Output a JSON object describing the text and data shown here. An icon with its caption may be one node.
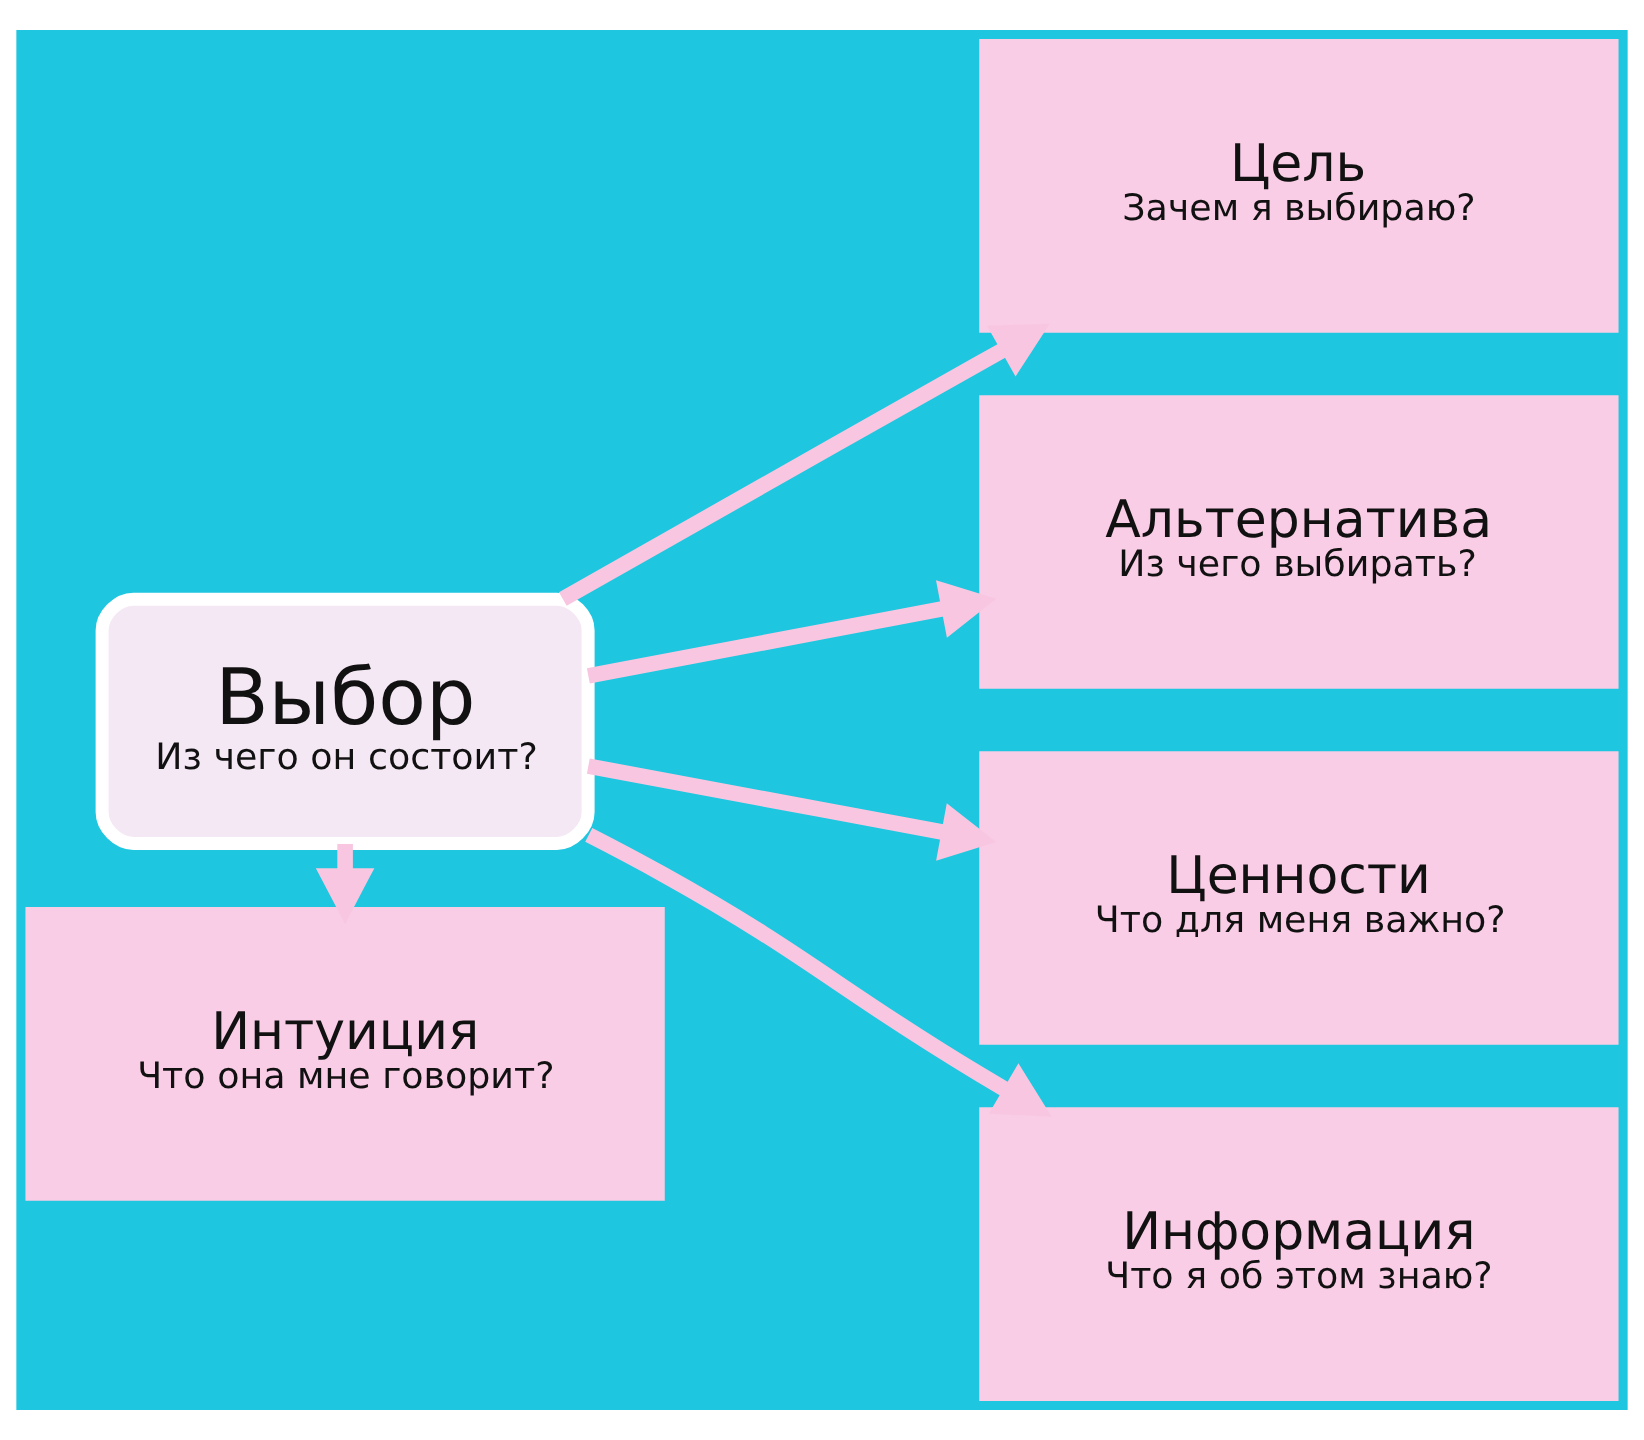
{
  "diagram": {
    "nodes": [
      {
        "text": [
          "Выбор",
          "Из чего он состоит?"
        ]
      },
      {
        "text": [
          "Цель",
          "Зачем я выбираю?"
        ]
      },
      {
        "text": [
          "Альтернатива",
          "Из чего выбирать?"
        ]
      },
      {
        "text": [
          "Ценности",
          "Что для меня важно?"
        ]
      },
      {
        "text": [
          "Интуиция",
          "Что она мне говорит?"
        ]
      },
      {
        "text": [
          "Информация",
          "Что я об этом знаю?"
        ]
      }
    ],
    "edges": [
      {
        "from": 0,
        "to": 1,
        "arrow": "to"
      },
      {
        "from": 0,
        "to": 2,
        "arrow": "to"
      },
      {
        "from": 0,
        "to": 3,
        "arrow": "to"
      },
      {
        "from": 0,
        "to": 5,
        "arrow": "to"
      },
      {
        "from": 0,
        "to": 4,
        "arrow": "to"
      }
    ]
  }
}
